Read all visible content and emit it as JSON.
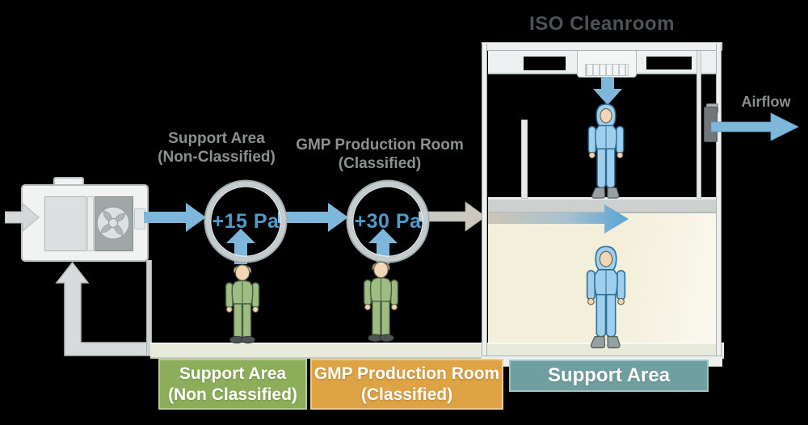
{
  "title": "ISO Cleanroom",
  "airflow": {
    "label": "Airflow"
  },
  "zone_labels": {
    "support": {
      "line1": "Support Area",
      "line2": "(Non-Classified)"
    },
    "gmp": {
      "line1": "GMP Production Room",
      "line2": "(Classified)"
    }
  },
  "pressure_gauges": {
    "support": {
      "value": "+15 Pa"
    },
    "gmp": {
      "value": "+30 Pa"
    }
  },
  "legend_boxes": {
    "support": {
      "line1": "Support Area",
      "line2": "(Non Classified)",
      "color": "#8cae5b"
    },
    "gmp": {
      "line1": "GMP Production Room",
      "line2": "(Classified)",
      "color": "#dda344"
    },
    "cleanroom_support": {
      "line1": "Support Area",
      "color": "#6fa0a1"
    }
  },
  "colors": {
    "arrow_blue": "#7fb7da",
    "arrow_gray": "#d5d8d8",
    "transfer_gray_tan": "#d0c8b9",
    "pressure_text_blue": "#4f9bc9",
    "room_beige": "#f3efdb",
    "zone_label_gray": "#8b918e",
    "title_gray": "#4e5357"
  },
  "icons": {
    "fan": "hvac-fan-icon",
    "hepa": "hepa-diffuser-icon",
    "damper": "exhaust-damper-icon",
    "operators": [
      "green-operator",
      "green-operator",
      "cleanroom-operator-blue",
      "cleanroom-operator-blue"
    ]
  }
}
